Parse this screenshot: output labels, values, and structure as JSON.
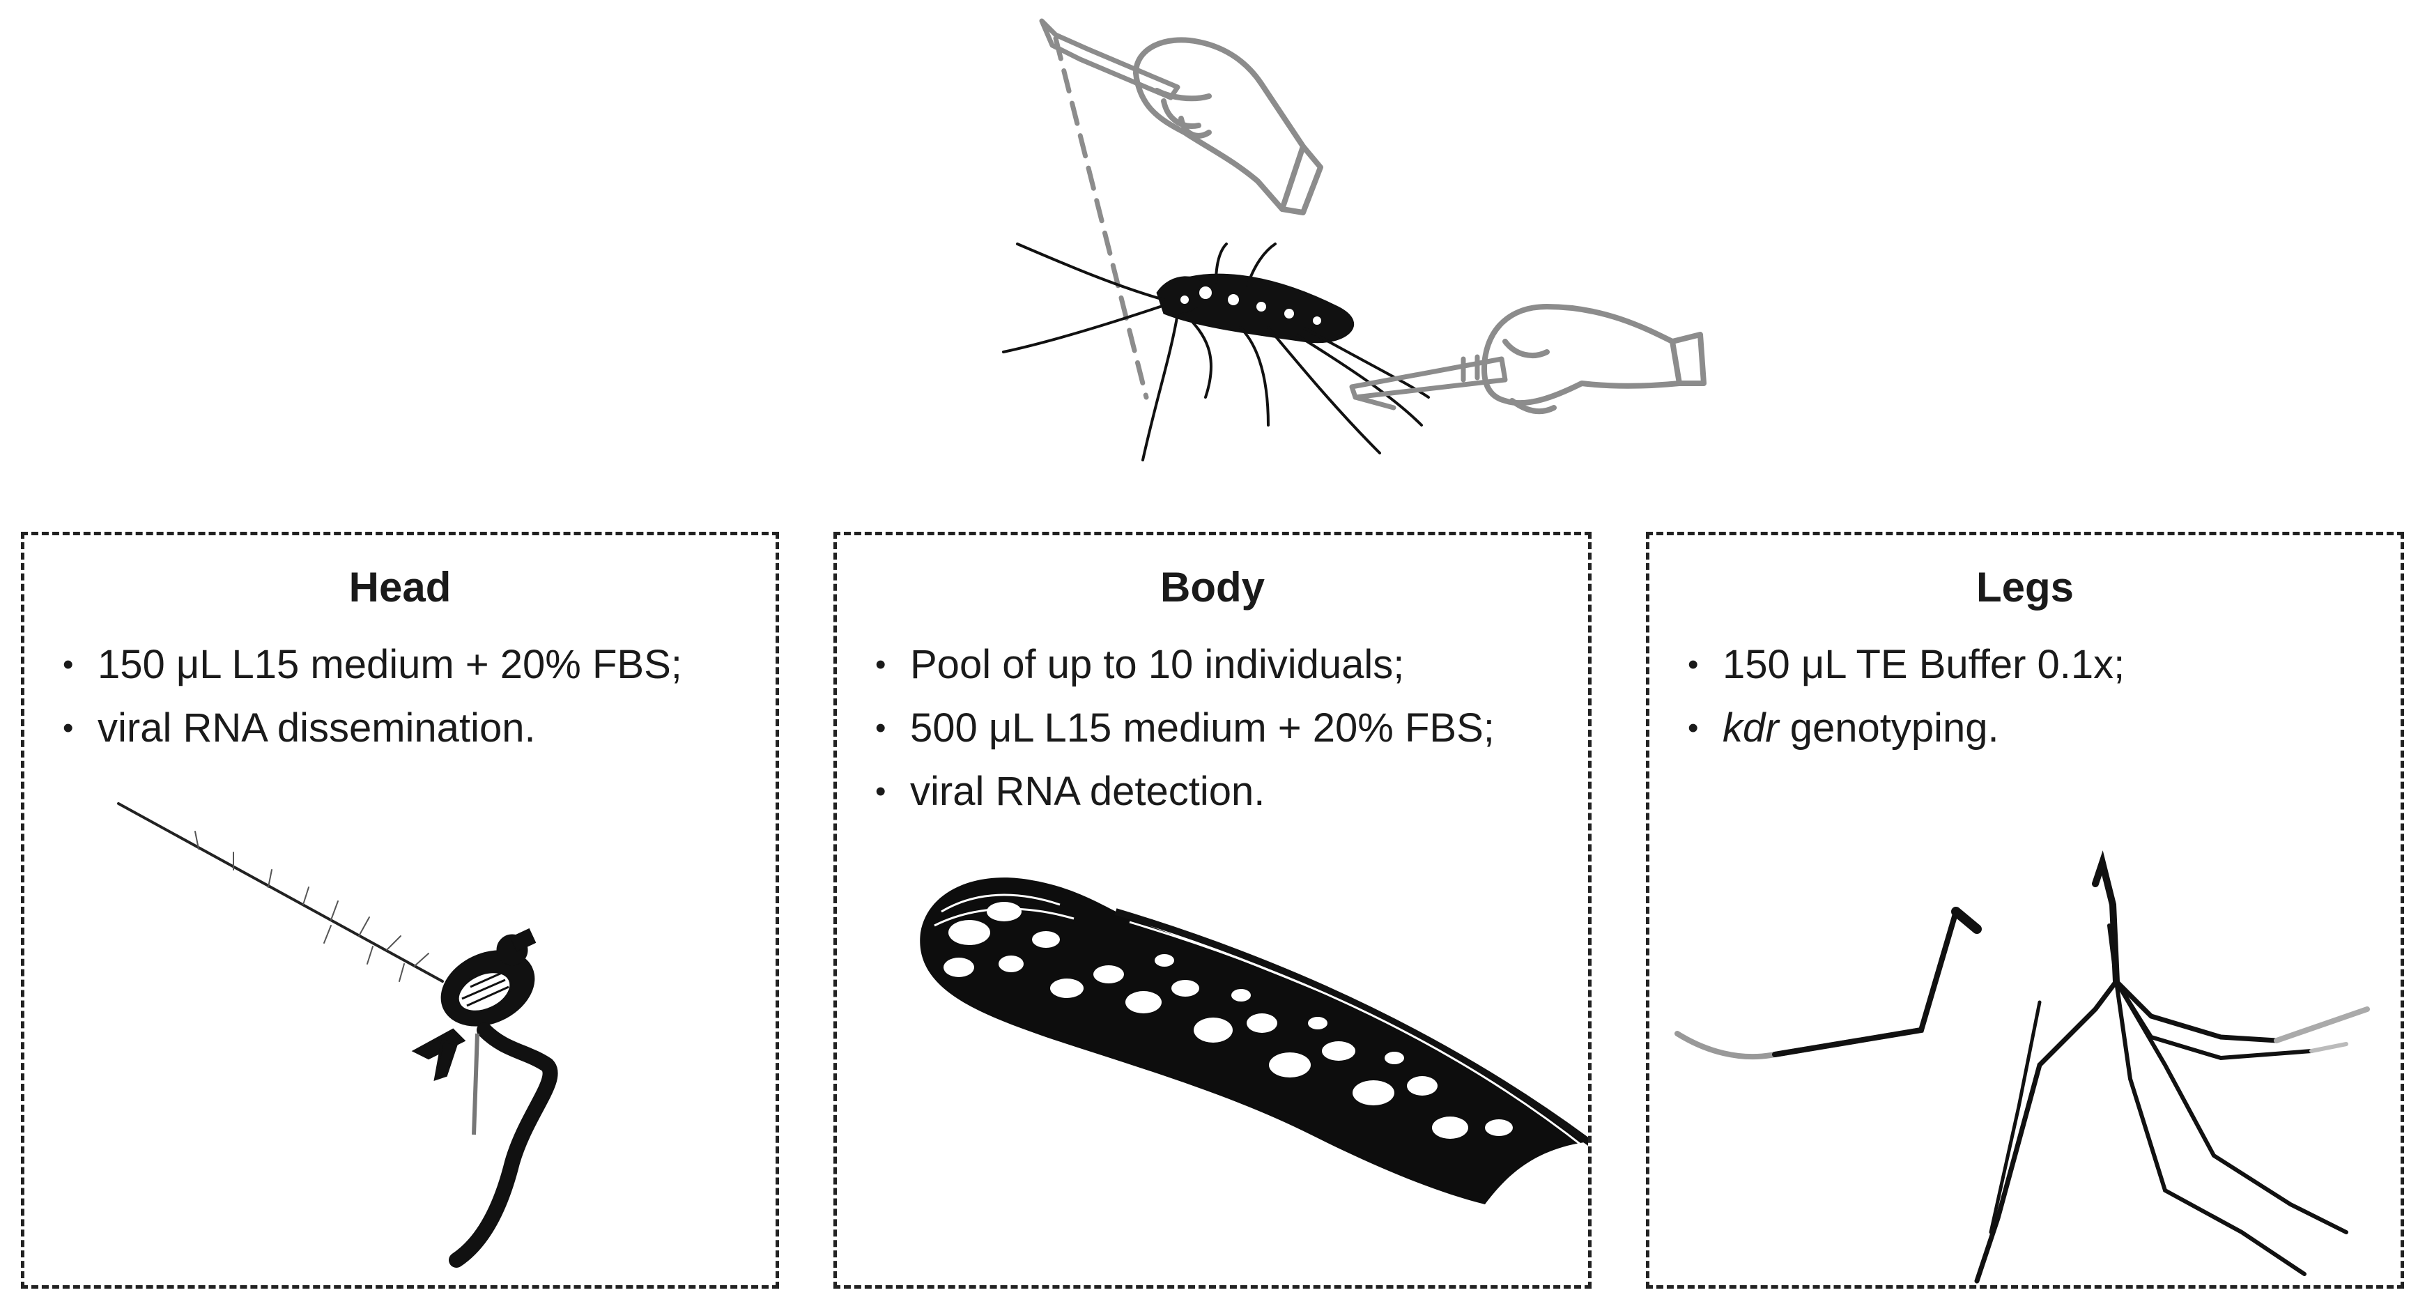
{
  "top_illustration": {
    "label": "mosquito-dissection",
    "icons": [
      "scalpel-icon",
      "gloved-hand-icon",
      "mosquito-icon",
      "forceps-icon"
    ]
  },
  "panels": [
    {
      "title": "Head",
      "bullets": [
        {
          "text": "150 μL L15 medium + 20% FBS;"
        },
        {
          "text": "viral RNA dissemination."
        }
      ],
      "icon": "mosquito-head-icon"
    },
    {
      "title": "Body",
      "bullets": [
        {
          "text": "Pool of up to 10 individuals;"
        },
        {
          "text": "500 μL L15 medium + 20% FBS;"
        },
        {
          "text": "viral RNA detection."
        }
      ],
      "icon": "mosquito-body-icon"
    },
    {
      "title": "Legs",
      "bullets": [
        {
          "text": "150 μL TE Buffer 0.1x;"
        },
        {
          "italic": "kdr",
          "text": " genotyping."
        }
      ],
      "icon": "mosquito-legs-icon"
    }
  ],
  "colors": {
    "ink": "#1a1a1a",
    "outline": "#8c8c8c",
    "background": "#ffffff"
  }
}
